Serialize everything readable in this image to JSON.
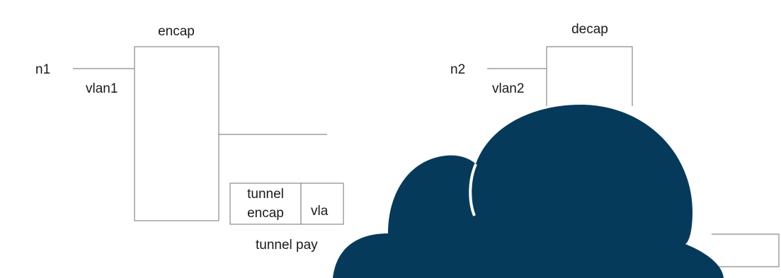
{
  "diagram": {
    "encap_block": {
      "label": "encap"
    },
    "decap_block": {
      "label": "decap"
    },
    "node_n1": {
      "label": "n1",
      "vlan_label": "vlan1"
    },
    "node_n2": {
      "label": "n2",
      "vlan_label": "vlan2"
    },
    "packet_header": {
      "tunnel_encap_line1": "tunnel",
      "tunnel_encap_line2": "encap",
      "vlan_fragment": "vla"
    },
    "tunnel_payload_fragment": "tunnel pay"
  },
  "colors": {
    "cloud_fill": "#063a5b",
    "line_stroke": "#8a8a8a",
    "text": "#1a1a1a",
    "background": "#ffffff"
  },
  "icons": {
    "cloud": "cloud-icon"
  }
}
